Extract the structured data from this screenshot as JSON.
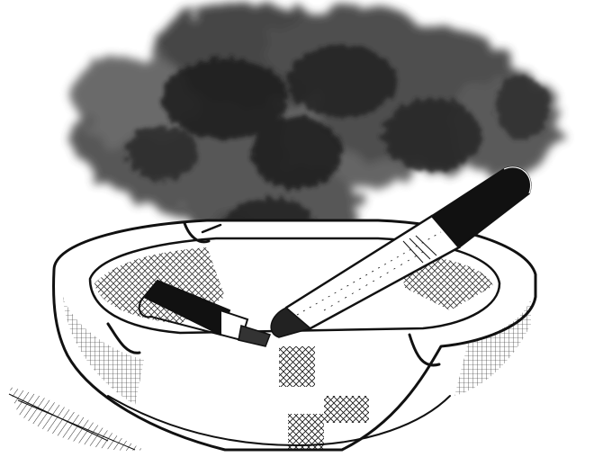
{
  "scene": {
    "subject": "ashtray-with-cigarettes-and-smoke",
    "style": "ink-illustration",
    "colors": {
      "background": "#ffffff",
      "ink": "#111111",
      "smoke_dark": "#2b2b2b",
      "smoke_mid": "#4a4a4a",
      "smoke_light": "#8a8a8a",
      "glass_fill": "#ffffff"
    },
    "elements": [
      "smoke-cloud",
      "ashtray",
      "cigarette-long",
      "cigarette-short",
      "ground-shadow"
    ]
  }
}
